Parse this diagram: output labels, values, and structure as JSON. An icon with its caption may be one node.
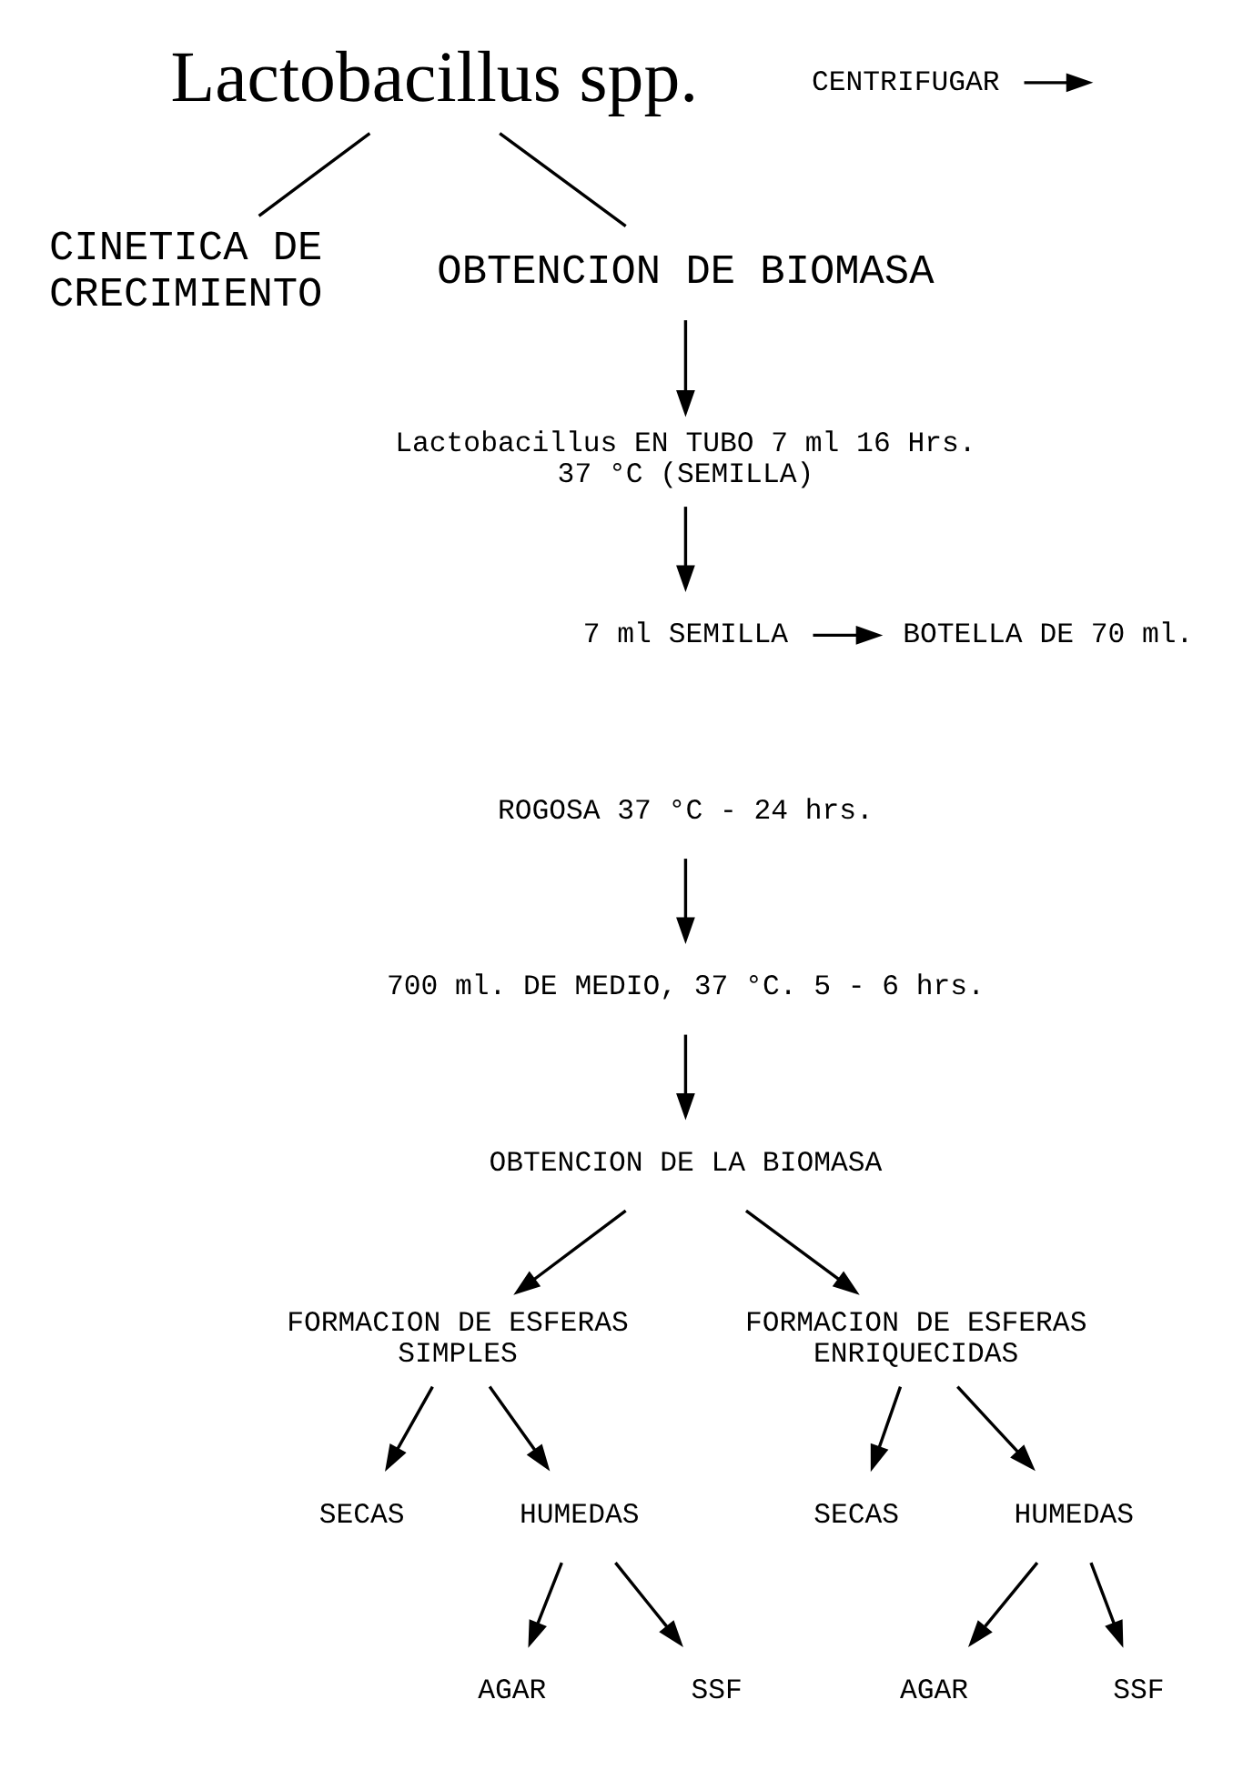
{
  "diagram": {
    "nodes": [
      {
        "text": [
          "Lactobacillus spp."
        ]
      },
      {
        "text": [
          "CINETICA DE CRECIMIENTO"
        ]
      },
      {
        "text": [
          "OBTENCION DE BIOMASA"
        ]
      },
      {
        "text": [
          "Lactobacillus EN TUBO 7 ml 16 Hrs. 37 °C (SEMILLA)"
        ]
      },
      {
        "text": [
          "7 ml SEMILLA"
        ]
      },
      {
        "text": [
          "BOTELLA DE 70 ml."
        ]
      },
      {
        "text": [
          "ROGOSA 37 °C - 24 hrs."
        ]
      },
      {
        "text": [
          "700 ml. DE MEDIO, 37 °C. 5 - 6 hrs."
        ]
      },
      {
        "text": [
          "CENTRIFUGAR"
        ]
      },
      {
        "text": [
          "OBTENCION DE LA BIOMASA"
        ]
      },
      {
        "text": [
          "FORMACION DE ESFERAS SIMPLES"
        ]
      },
      {
        "text": [
          "FORMACION DE ESFERAS ENRIQUECIDAS"
        ]
      },
      {
        "text": [
          "SECAS"
        ]
      },
      {
        "text": [
          "HUMEDAS"
        ]
      },
      {
        "text": [
          "AGAR"
        ]
      },
      {
        "text": [
          "SSF"
        ]
      },
      {
        "text": [
          "SECAS"
        ]
      },
      {
        "text": [
          "HUMEDAS"
        ]
      },
      {
        "text": [
          "AGAR"
        ]
      },
      {
        "text": [
          "SSF"
        ]
      }
    ],
    "edges": [
      {
        "from": 0,
        "to": 1,
        "arrow": "none"
      },
      {
        "from": 0,
        "to": 2,
        "arrow": "none"
      },
      {
        "from": 2,
        "to": 3,
        "arrow": "to"
      },
      {
        "from": 3,
        "to": 4,
        "arrow": "to"
      },
      {
        "from": 4,
        "to": 5,
        "arrow": "to"
      },
      {
        "from": 6,
        "to": 7,
        "arrow": "to"
      },
      {
        "from": 7,
        "to": 9,
        "arrow": "to"
      },
      {
        "from": 8,
        "to": null,
        "arrow": "to"
      },
      {
        "from": 9,
        "to": 10,
        "arrow": "to"
      },
      {
        "from": 9,
        "to": 11,
        "arrow": "to"
      },
      {
        "from": 10,
        "to": 12,
        "arrow": "to"
      },
      {
        "from": 10,
        "to": 13,
        "arrow": "to"
      },
      {
        "from": 13,
        "to": 14,
        "arrow": "to"
      },
      {
        "from": 13,
        "to": 15,
        "arrow": "to"
      },
      {
        "from": 11,
        "to": 16,
        "arrow": "to"
      },
      {
        "from": 11,
        "to": 17,
        "arrow": "to"
      },
      {
        "from": 17,
        "to": 18,
        "arrow": "to"
      },
      {
        "from": 17,
        "to": 19,
        "arrow": "to"
      }
    ]
  }
}
